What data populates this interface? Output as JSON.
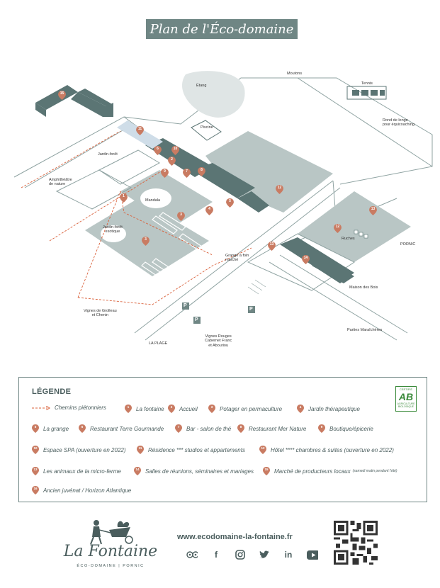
{
  "title": "Plan de l'Éco-domaine",
  "map": {
    "labels": {
      "moutons": "Moutons",
      "etang": "Étang",
      "tennis": "Tennis",
      "rond_longe": "Rond de longe\npour équicoaching",
      "piscine": "Piscine",
      "jardin_foret": "Jardin-forêt",
      "amphitheatre": "Amphithéâtre\nde nature",
      "mandala": "Mandala",
      "jardin_foret_exotique": "Jardin-forêt\nexotique",
      "grange_foin": "Grange à foin\nmarché",
      "ruches": "Ruches",
      "pornic": "PORNIC",
      "maison_bois": "Maison des Bois",
      "vignes_grolleau": "Vignes de Grolleau\net Chenin",
      "vignes_rouges": "Vignes Rouges\nCabernet Franc\net Abouriou",
      "parties_maraicheres": "Parties Maraîchères",
      "la_plage": "LA PLAGE",
      "parking": "P"
    },
    "pins": [
      "1",
      "2",
      "3",
      "3",
      "4",
      "5",
      "6",
      "7",
      "8",
      "9",
      "10",
      "11",
      "12",
      "12",
      "13",
      "13",
      "14",
      "15",
      "16"
    ]
  },
  "legend": {
    "title": "LÉGENDE",
    "paths_label": "Chemins piétonniers",
    "items": [
      {
        "num": "1",
        "label": "La fontaine"
      },
      {
        "num": "2",
        "label": "Accueil"
      },
      {
        "num": "3",
        "label": "Potager en permaculture"
      },
      {
        "num": "4",
        "label": "Jardin thérapeutique"
      },
      {
        "num": "5",
        "label": "La grange"
      },
      {
        "num": "6",
        "label": "Restaurant Terre Gourmande"
      },
      {
        "num": "7",
        "label": "Bar - salon de thé"
      },
      {
        "num": "8",
        "label": "Restaurant Mer Nature"
      },
      {
        "num": "9",
        "label": "Boutique/épicerie"
      },
      {
        "num": "10",
        "label": "Espace SPA (ouverture en 2022)"
      },
      {
        "num": "11",
        "label": "Résidence *** studios et appartements"
      },
      {
        "num": "12",
        "label": "Hôtel **** chambres & suites (ouverture en 2022)"
      },
      {
        "num": "13",
        "label": "Les animaux de la micro-ferme"
      },
      {
        "num": "14",
        "label": "Salles de réunions, séminaires et mariages"
      },
      {
        "num": "15",
        "label": "Marché de producteurs locaux",
        "note": "(samedi matin pendant l'été)"
      },
      {
        "num": "16",
        "label": "Ancien juvénat / Horizon Atlantique"
      }
    ],
    "ab_logo": {
      "top": "CERTIFIÉ",
      "mark": "AB",
      "bottom": "AGRICULTURE\nBIOLOGIQUE"
    }
  },
  "footer": {
    "logo_name": "La Fontaine",
    "logo_sub": "ÉCO-DOMAINE | PORNIC",
    "website": "www.ecodomaine-la-fontaine.fr",
    "socials": [
      "tripadvisor-icon",
      "facebook-icon",
      "instagram-icon",
      "twitter-icon",
      "linkedin-icon",
      "youtube-icon"
    ]
  },
  "colors": {
    "accent": "#6f8684",
    "building": "#5b7574",
    "field": "#b9c6c5",
    "pin": "#c97b62",
    "path": "#d9603a"
  }
}
